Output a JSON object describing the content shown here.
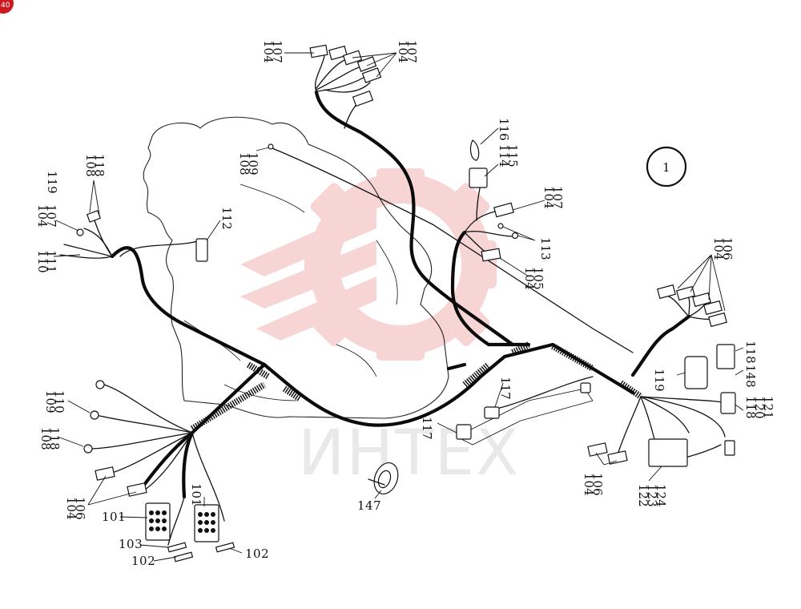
{
  "badge": {
    "text": "40",
    "color": "#cc1a22"
  },
  "diagram_number": "1",
  "watermark": {
    "text": "ИНТЕХ",
    "logo_color": "#f2b3b3"
  },
  "labels": [
    {
      "id": "l104_107_top_left",
      "lines": [
        "104",
        "107"
      ]
    },
    {
      "id": "l104_107_top_right",
      "lines": [
        "104",
        "107"
      ]
    },
    {
      "id": "l116",
      "lines": [
        "116"
      ]
    },
    {
      "id": "l114_115",
      "lines": [
        "114",
        "115"
      ]
    },
    {
      "id": "l108_109",
      "lines": [
        "108",
        "109"
      ]
    },
    {
      "id": "l108_118_top",
      "lines": [
        "108",
        "118"
      ]
    },
    {
      "id": "l119_left",
      "lines": [
        "119"
      ]
    },
    {
      "id": "l104_107_left",
      "lines": [
        "104",
        "107"
      ]
    },
    {
      "id": "l110_111",
      "lines": [
        "110",
        "111"
      ]
    },
    {
      "id": "l112",
      "lines": [
        "112"
      ]
    },
    {
      "id": "l104_107_mid",
      "lines": [
        "104",
        "107"
      ]
    },
    {
      "id": "l113",
      "lines": [
        "113"
      ]
    },
    {
      "id": "l104_105",
      "lines": [
        "104",
        "105"
      ]
    },
    {
      "id": "l104_106_right",
      "lines": [
        "104",
        "106"
      ]
    },
    {
      "id": "l118_right",
      "lines": [
        "118"
      ]
    },
    {
      "id": "l119_right",
      "lines": [
        "119"
      ]
    },
    {
      "id": "l148",
      "lines": [
        "148"
      ]
    },
    {
      "id": "l117_mid",
      "lines": [
        "117"
      ]
    },
    {
      "id": "l117_left",
      "lines": [
        "117"
      ]
    },
    {
      "id": "l109_110",
      "lines": [
        "109",
        "110"
      ]
    },
    {
      "id": "l108_118_left",
      "lines": [
        "108",
        "118"
      ]
    },
    {
      "id": "l118_120_121",
      "lines": [
        "118",
        "120",
        "121"
      ]
    },
    {
      "id": "l104_106_bottom_left",
      "lines": [
        "104",
        "106"
      ]
    },
    {
      "id": "l101_left",
      "lines": [
        "101"
      ]
    },
    {
      "id": "l101_right",
      "lines": [
        "101"
      ]
    },
    {
      "id": "l147",
      "lines": [
        "147"
      ]
    },
    {
      "id": "l104_106_bottom_mid",
      "lines": [
        "104",
        "106"
      ]
    },
    {
      "id": "l122_124",
      "lines": [
        "122",
        "123",
        "124"
      ]
    },
    {
      "id": "l103",
      "lines": [
        "103"
      ]
    },
    {
      "id": "l102_left",
      "lines": [
        "102"
      ]
    },
    {
      "id": "l102_right",
      "lines": [
        "102"
      ]
    }
  ]
}
